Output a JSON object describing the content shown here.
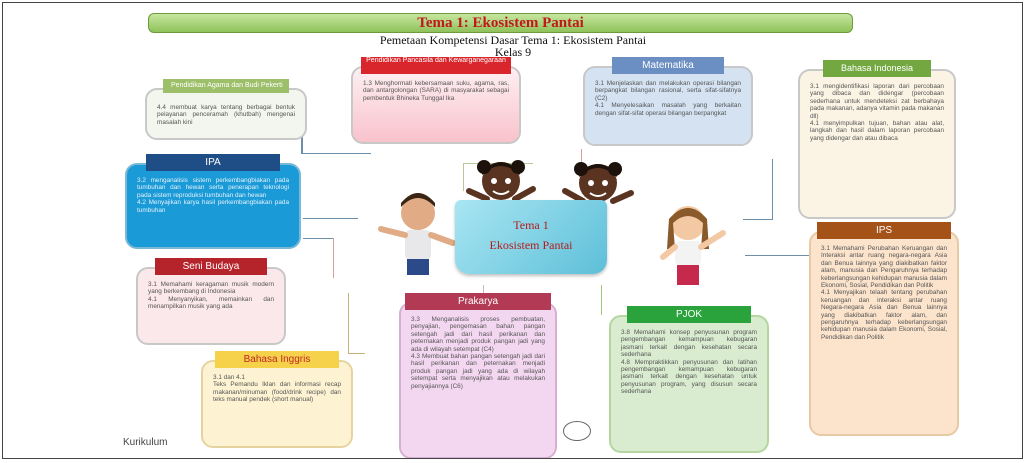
{
  "title": "Tema 1: Ekosistem Pantai",
  "subtitle_line1": "Pemetaan Kompetensi Dasar Tema 1: Ekosistem Pantai",
  "subtitle_line2": "Kelas 9",
  "center": {
    "line1": "Tema 1",
    "line2": "Ekosistem Pantai"
  },
  "footer": "Kurikulum",
  "boxes": [
    {
      "key": "pai",
      "title": "Pendidikan Agama dan Budi Pekerti",
      "text": "4.4 membuat karya tentang berbagai bentuk pelayanan penceramah (khutbah) mengenai masalah kini"
    },
    {
      "key": "ppkn",
      "title": "Pendidikan Pancasila dan Kewarganegaraan",
      "text": "1.3 Menghormati kebersamaan suku, agama, ras, dan antargolongan (SARA) di masyarakat sebagai pembentuk Bhineka Tunggal Ika"
    },
    {
      "key": "mtk",
      "title": "Matematika",
      "text": "3.1 Menjelaskan dan melakukan operasi bilangan berpangkat bilangan rasional, serta sifat-sifatnya (C2)\n4.1 Menyelesaikan masalah yang berkaitan dengan sifat-sifat operasi bilangan berpangkat"
    },
    {
      "key": "bind",
      "title": "Bahasa Indonesia",
      "text": "3.1 mengidentifikasi laporan dari percobaan yang dibaca dan didengar (percobaan sederhana untuk mendeteksi zat berbahaya pada makanan, adanya vitamin pada makanan dll)\n4.1 menyimpulkan tujuan, bahan atau alat, langkah dan hasil dalam laporan percobaan yang didengar dan atau dibaca"
    },
    {
      "key": "ipa",
      "title": "IPA",
      "text": "3.2 menganalisis sistem perkembangbiakan pada tumbuhan dan hewan serta penerapan teknologi pada sistem reproduksi tumbuhan dan hewan\n4.2 Menyajikan karya hasil perkembangbiakan pada tumbuhan"
    },
    {
      "key": "ips",
      "title": "IPS",
      "text": "3.1 Memahami Perubahan Keruangan dan Interaksi antar ruang negara-negara Asia dan Benua lainnya yang diakibatkan faktor alam, manusia dan Pengaruhnya terhadap keberlangsungan kehidupan manusia dalam Ekonomi, Sosial, Pendidikan dan Politik\n4.1 Menyajikan telaah tentang perubahan keruangan dan interaksi antar ruang Negara-negara Asia dan Benua lainnya yang diakibatkan faktor alam, dan pengaruhnya terhadap keberlangsungan kehidupan manusia dalam Ekonomi, Sosial, Pendidikan dan Politik"
    },
    {
      "key": "sbd",
      "title": "Seni Budaya",
      "text": "3.1 Memahami keragaman musik modern yang berkembang di Indonesia\n4.1 Menyanyikan, memainkan dan menampilkan musik yang ada"
    },
    {
      "key": "prk",
      "title": "Prakarya",
      "text": "3.3 Menganalisis proses pembuatan, penyajian, pengemasan bahan pangan setengah jadi dari hasil perikanan dan peternakan menjadi produk pangan jadi yang ada di wilayah setempat (C4)\n4.3 Membuat bahan pangan setengah jadi dari hasil perikanan dan peternakan menjadi produk pangan jadi yang ada di wilayah setempat serta menyajikan atau melakukan penyajiannya (C6)"
    },
    {
      "key": "pjok",
      "title": "PJOK",
      "text": "3.8 Memahami konsep penyusunan program pengembangan kemampuan kebugaran jasmani terkait dengan kesehatan secara sederhana\n4.8 Mempraktikkan penyusunan dan latihan pengembangan kemampuan kebugaran jasmani terkait dengan kesehatan untuk penyusunan program, yang disusun secara sederhana"
    },
    {
      "key": "bing",
      "title": "Bahasa Inggris",
      "text": "3.1 dan 4.1\nTeks Pemandu Iklan dan informasi recap makanan/minuman (food/drink recipe) dan teks manual pendek (short manual)"
    }
  ]
}
